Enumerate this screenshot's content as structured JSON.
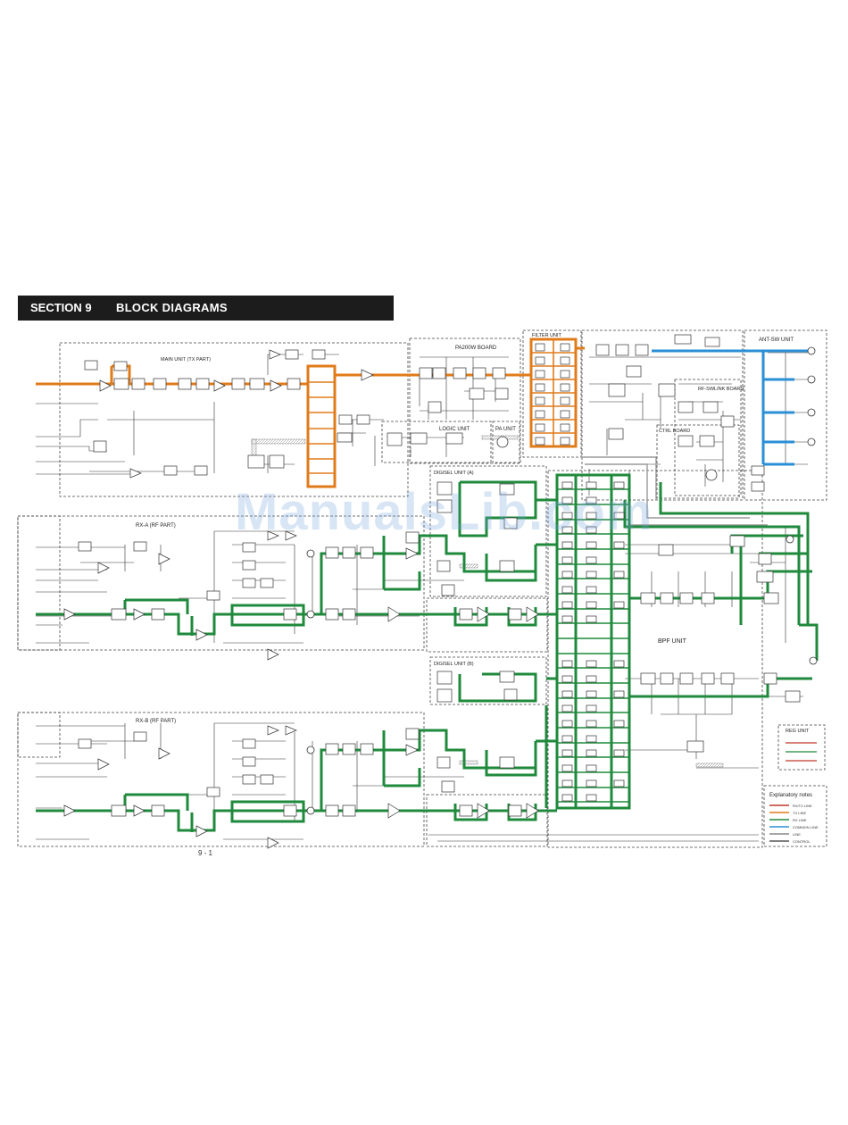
{
  "header": {
    "section": "SECTION 9",
    "title": "BLOCK DIAGRAMS"
  },
  "units": {
    "main_tx": "MAIN UNIT (TX PART)",
    "pa200w": "PA200W BOARD",
    "logic": "LOGIC UNIT",
    "pa": "PA UNIT",
    "filter": "FILTER UNIT",
    "ant_sw": "ANT-SW UNIT",
    "rf_swr": "RF-SWLINK BOARD",
    "ctrl": "CTRL BOARD",
    "rx_a": "RX-A (RF PART)",
    "rx_b": "RX-B (RF PART)",
    "digisel_a": "DIGISEL UNIT (A)",
    "digisel_b": "DIGISEL UNIT (B)",
    "bpf": "BPF UNIT",
    "reg": "REG UNIT"
  },
  "legend": {
    "title": "Explanatory notes",
    "items": [
      {
        "label": "RX/TX LINE",
        "color": "#c0392b"
      },
      {
        "label": "TX LINE",
        "color": "#e07b1a"
      },
      {
        "label": "RX LINE",
        "color": "#1f8a3c"
      },
      {
        "label": "COMMON LINE",
        "color": "#2a8fd6"
      },
      {
        "label": "LINE",
        "color": "#888888"
      },
      {
        "label": "CONTROL",
        "color": "#555555"
      }
    ]
  },
  "colors": {
    "tx": "#e07b1a",
    "rx": "#1f8a3c",
    "ant": "#2a8fd6",
    "line": "#333333",
    "gray": "#9a9a9a"
  },
  "page_number": "9 - 1",
  "watermark": "ManualsLib.com"
}
